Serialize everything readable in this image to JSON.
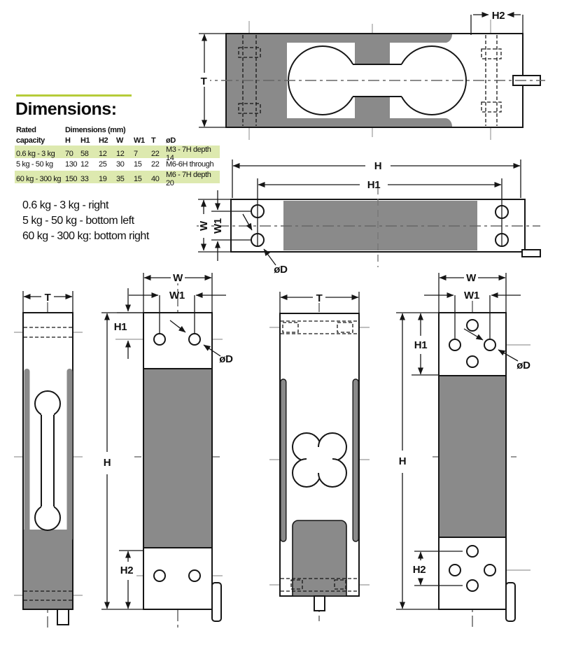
{
  "heading": {
    "title": "Dimensions:"
  },
  "table": {
    "rated_line1": "Rated",
    "rated_line2": "capacity",
    "group_header": "Dimensions (mm)",
    "columns": [
      "H",
      "H1",
      "H2",
      "W",
      "W1",
      "T",
      "øD"
    ],
    "rows": [
      {
        "capacity": "0.6 kg - 3 kg",
        "values": [
          "70",
          "58",
          "12",
          "12",
          "7",
          "22",
          "M3 - 7H depth 14"
        ],
        "highlighted": true
      },
      {
        "capacity": "5 kg - 50 kg",
        "values": [
          "130",
          "12",
          "25",
          "30",
          "15",
          "22",
          "M6-6H through"
        ],
        "highlighted": false
      },
      {
        "capacity": "60 kg - 300 kg",
        "values": [
          "150",
          "33",
          "19",
          "35",
          "15",
          "40",
          "M6 - 7H depth 20"
        ],
        "highlighted": true
      }
    ]
  },
  "notes": [
    "0.6 kg - 3 kg - right",
    "5 kg - 50 kg - bottom left",
    "60 kg - 300 kg: bottom right"
  ],
  "dim_labels": {
    "h": "H",
    "h1": "H1",
    "h2": "H2",
    "w": "W",
    "w1": "W1",
    "t": "T",
    "od": "øD"
  },
  "colors": {
    "accent_green": "#b5cc39",
    "row_highlight": "#dde9af",
    "drawing_gray": "#8a8a8a"
  }
}
